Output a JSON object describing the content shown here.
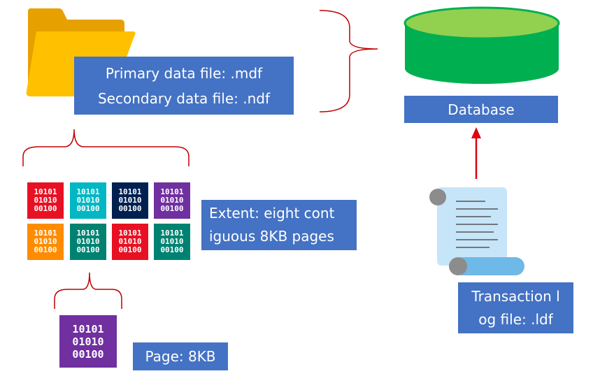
{
  "files": {
    "primary": "Primary data file: .mdf",
    "secondary": "Secondary data file: .ndf"
  },
  "database": {
    "label": "Database"
  },
  "extent": {
    "line1": "Extent: eight cont",
    "line2": "iguous 8KB pages"
  },
  "page": {
    "label": "Page: 8KB",
    "bits": [
      "10101",
      "01010",
      "00100"
    ]
  },
  "log": {
    "line1": "Transaction l",
    "line2": "og file: .ldf"
  },
  "extent_pages": [
    {
      "bits": [
        "10101",
        "01010",
        "00100"
      ],
      "color": "#E81123"
    },
    {
      "bits": [
        "10101",
        "01010",
        "00100"
      ],
      "color": "#00B7C3"
    },
    {
      "bits": [
        "10101",
        "01010",
        "00100"
      ],
      "color": "#002050"
    },
    {
      "bits": [
        "10101",
        "01010",
        "00100"
      ],
      "color": "#7030A0"
    },
    {
      "bits": [
        "10101",
        "01010",
        "00100"
      ],
      "color": "#FF8C00"
    },
    {
      "bits": [
        "10101",
        "01010",
        "00100"
      ],
      "color": "#008272"
    },
    {
      "bits": [
        "10101",
        "01010",
        "00100"
      ],
      "color": "#E81123"
    },
    {
      "bits": [
        "10101",
        "01010",
        "00100"
      ],
      "color": "#008272"
    }
  ],
  "colors": {
    "label_bg": "#4472C4",
    "brace": "#C00000",
    "arrow": "#E00010",
    "database_fill": "#00B050",
    "database_top": "#92D050",
    "folder_back": "#E6A100",
    "folder_front": "#FFC000",
    "scroll": "#C7E5F8"
  },
  "icons": [
    "folder-icon",
    "database-icon",
    "transaction-log-scroll-icon"
  ]
}
